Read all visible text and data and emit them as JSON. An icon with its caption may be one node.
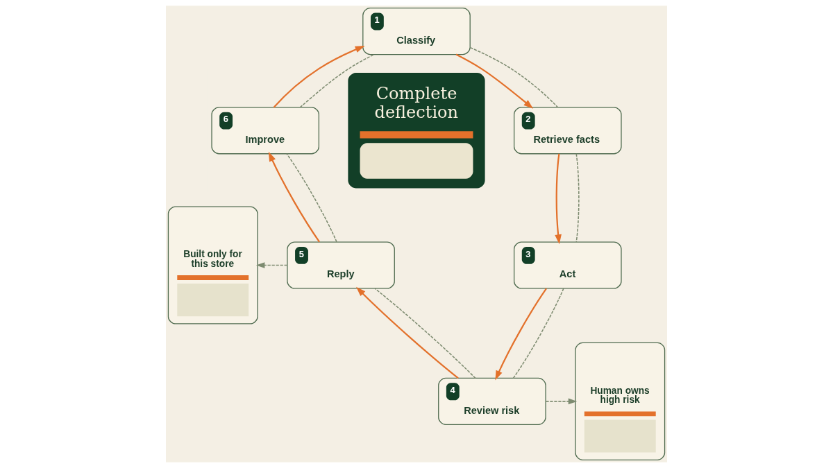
{
  "diagram": {
    "nodes": [
      {
        "text": [
          "1",
          "Classify"
        ]
      },
      {
        "text": [
          "2",
          "Retrieve facts"
        ]
      },
      {
        "text": [
          "3",
          "Act"
        ]
      },
      {
        "text": [
          "4",
          "Review risk"
        ]
      },
      {
        "text": [
          "5",
          "Reply"
        ]
      },
      {
        "text": [
          "6",
          "Improve"
        ]
      },
      {
        "text": [
          "Complete deflection"
        ]
      },
      {
        "text": [
          "Built only for this store"
        ]
      },
      {
        "text": [
          "Human owns high risk"
        ]
      }
    ],
    "edges": [
      {
        "from": 0,
        "to": 1,
        "arrow": "to",
        "color": "#e3712b"
      },
      {
        "from": 1,
        "to": 2,
        "arrow": "to",
        "color": "#e3712b"
      },
      {
        "from": 2,
        "to": 3,
        "arrow": "to",
        "color": "#e3712b"
      },
      {
        "from": 3,
        "to": 4,
        "arrow": "to",
        "color": "#e3712b"
      },
      {
        "from": 4,
        "to": 5,
        "arrow": "to",
        "color": "#e3712b"
      },
      {
        "from": 5,
        "to": 0,
        "arrow": "to",
        "color": "#e3712b"
      },
      {
        "from": 0,
        "to": 1,
        "arrow": "none",
        "style": "dashed"
      },
      {
        "from": 1,
        "to": 2,
        "arrow": "none",
        "style": "dashed"
      },
      {
        "from": 2,
        "to": 3,
        "arrow": "none",
        "style": "dashed"
      },
      {
        "from": 3,
        "to": 4,
        "arrow": "none",
        "style": "dashed"
      },
      {
        "from": 4,
        "to": 5,
        "arrow": "none",
        "style": "dashed"
      },
      {
        "from": 5,
        "to": 0,
        "arrow": "none",
        "style": "dashed"
      },
      {
        "from": 4,
        "to": 7,
        "arrow": "to",
        "style": "dashed"
      },
      {
        "from": 3,
        "to": 8,
        "arrow": "to",
        "style": "dashed"
      }
    ]
  }
}
